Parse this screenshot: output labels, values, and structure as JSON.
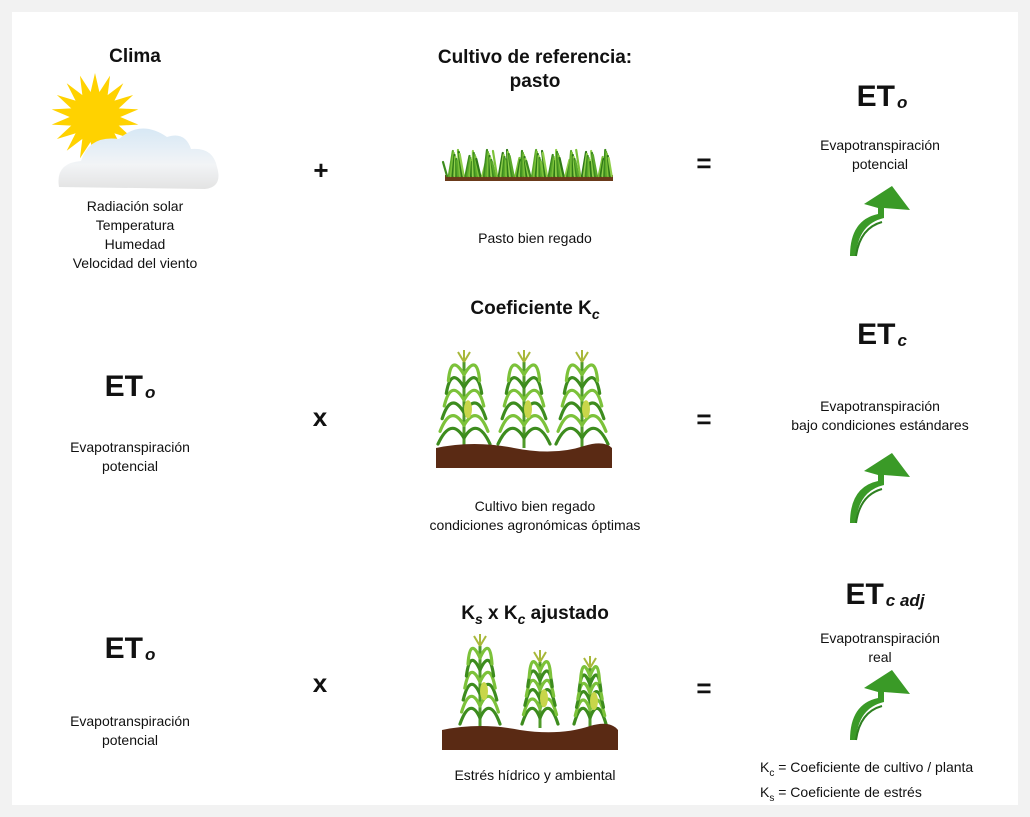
{
  "row1": {
    "left_title": "Clima",
    "left_desc": [
      "Radiación solar",
      "Temperatura",
      "Humedad",
      "Velocidad del viento"
    ],
    "operator": "+",
    "mid_title": [
      "Cultivo de referencia:",
      "pasto"
    ],
    "mid_desc": "Pasto bien regado",
    "equals": "=",
    "result_main": "ET",
    "result_sub": "o",
    "result_desc": [
      "Evapotranspiración",
      "potencial"
    ]
  },
  "row2": {
    "left_main": "ET",
    "left_sub": "o",
    "left_desc": [
      "Evapotranspiración",
      "potencial"
    ],
    "operator": "x",
    "mid_title_main": "Coeficiente K",
    "mid_title_sub": "c",
    "mid_desc": [
      "Cultivo bien regado",
      "condiciones agronómicas óptimas"
    ],
    "equals": "=",
    "result_main": "ET",
    "result_sub": "c",
    "result_desc": [
      "Evapotranspiración",
      "bajo condiciones estándares"
    ]
  },
  "row3": {
    "left_main": "ET",
    "left_sub": "o",
    "left_desc": [
      "Evapotranspiración",
      "potencial"
    ],
    "operator": "x",
    "mid_title_k1": "K",
    "mid_title_s": "s",
    "mid_title_x": " x K",
    "mid_title_c": "c",
    "mid_title_rest": " ajustado",
    "mid_desc": "Estrés hídrico y ambiental",
    "equals": "=",
    "result_main": "ET",
    "result_sub": "c adj",
    "result_desc": [
      "Evapotranspiración",
      "real"
    ]
  },
  "legend": {
    "kc_letter": "K",
    "kc_sub": "c",
    "kc_text": " = Coeficiente de cultivo / planta",
    "ks_letter": "K",
    "ks_sub": "s",
    "ks_text": " = Coeficiente de estrés"
  },
  "icons": {
    "sun": "sun-cloud-icon",
    "grass": "grass-icon",
    "corn": "corn-plants-icon",
    "arrow": "green-curved-arrow-icon"
  },
  "colors": {
    "arrow_green": "#3a9a27",
    "soil_brown": "#5a2a14",
    "sun_yellow": "#ffd200",
    "cloud_blue": "#cfe3f2"
  }
}
